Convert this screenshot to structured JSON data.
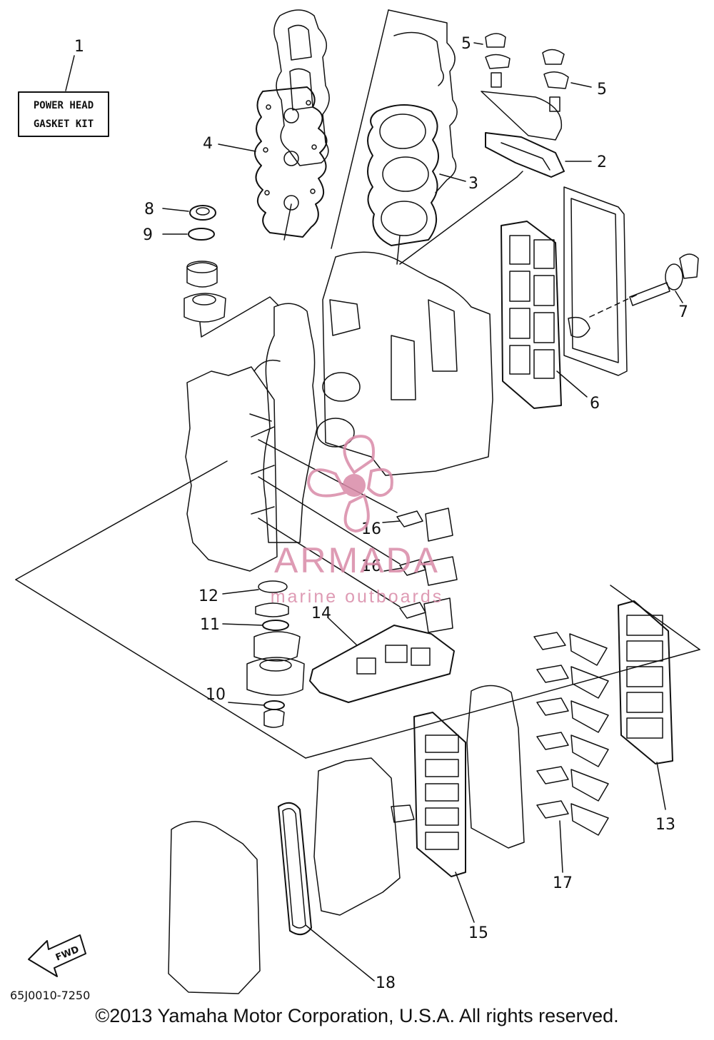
{
  "kit_box": {
    "line1": "POWER HEAD",
    "line2": "GASKET KIT"
  },
  "callouts": {
    "c1": "1",
    "c2": "2",
    "c3": "3",
    "c4": "4",
    "c5a": "5",
    "c5b": "5",
    "c6": "6",
    "c7": "7",
    "c8": "8",
    "c9": "9",
    "c10": "10",
    "c11": "11",
    "c12": "12",
    "c13": "13",
    "c14": "14",
    "c15": "15",
    "c16a": "16",
    "c16b": "16",
    "c17": "17",
    "c18": "18"
  },
  "fwd_label": "FWD",
  "diagram_code": "65J0010-7250",
  "watermark": {
    "brand": "ARMADA",
    "tagline": "marine outboards",
    "color": "#d98aa8"
  },
  "copyright": "©2013 Yamaha Motor Corporation, U.S.A. All rights reserved."
}
